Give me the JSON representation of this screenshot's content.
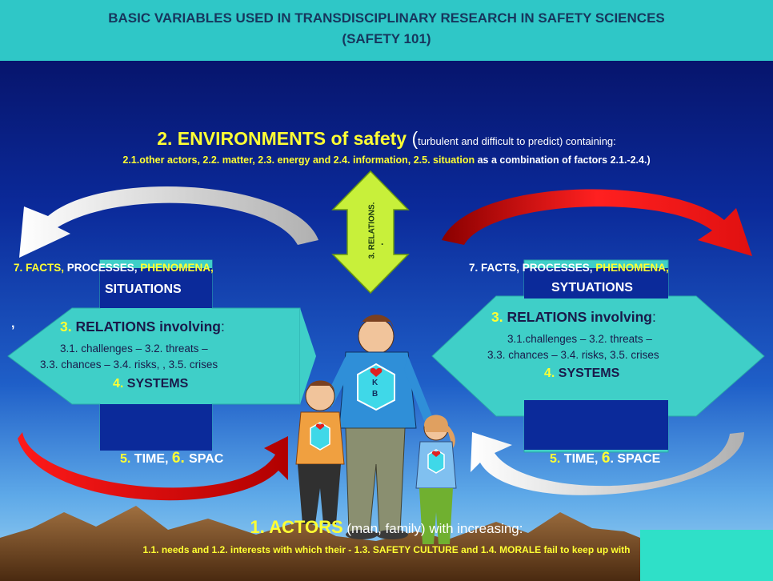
{
  "title": {
    "line1": "BASIC VARIABLES USED IN TRANSDISCIPLINARY RESEARCH  IN SAFETY SCIENCES",
    "line2": "(SAFETY 101)"
  },
  "environments": {
    "heading": "2. ENVIRONMENTS  of safety",
    "paren_open": " (",
    "note": "turbulent  and difficult to predict) containing:",
    "items_yellow": "2.1.other actors, 2.2. matter, 2.3. energy and 2.4. information, 2.5. situation",
    "items_white": " as a combination of factors 2.1.-2.4.)"
  },
  "center_arrow": {
    "label": "3. RELATIONS.",
    "dot": "."
  },
  "left_block": {
    "facts_y1": "7. FACTS, ",
    "facts_w": "PROCESSES, ",
    "facts_y2": "PHENOMENA,",
    "situations": "SITUATIONS",
    "comma": ",",
    "relations_num": "3. ",
    "relations_label": "RELATIONS involving",
    "relations_colon": ":",
    "line1": "3.1. challenges – 3.2. threats  –",
    "line2": "3.3. chances – 3.4. risks, , 3.5. crises",
    "systems_num": "4. ",
    "systems": "SYSTEMS",
    "time_num": "5. ",
    "time": "TIME, ",
    "space_num": "6. ",
    "space": "SPAC"
  },
  "right_block": {
    "facts_w1": "7. FACTS,  ",
    "facts_w": "PROCESSES, ",
    "facts_y2": "PHENOMENA,",
    "situations": "SYTUATIONS",
    "relations_num": "3. ",
    "relations_label": "RELATIONS involving",
    "relations_colon": ":",
    "line1": "3.1.challenges – 3.2. threats –",
    "line2": "3.3. chances – 3.4. risks, 3.5. crises",
    "systems_num": "4. ",
    "systems": "SYSTEMS",
    "time_num": "5. ",
    "time": "TIME, ",
    "space_num": "6",
    "space": ".  SPACE"
  },
  "shirt_letters": {
    "k": "K",
    "b": "B"
  },
  "actors": {
    "heading": "1.  ACTORS",
    "note": " (man, family) with increasing:",
    "line": "1.1. needs and 1.2. interests with which their - 1.3. SAFETY CULTURE and 1.4. MORALE fail to keep up with"
  },
  "colors": {
    "title_bar": "#2fc7c7",
    "yellow": "#ffff33",
    "arrow_teal": "#3fcfc8",
    "arrow_green": "#c8f03a",
    "red_arrow": "#e01010"
  }
}
